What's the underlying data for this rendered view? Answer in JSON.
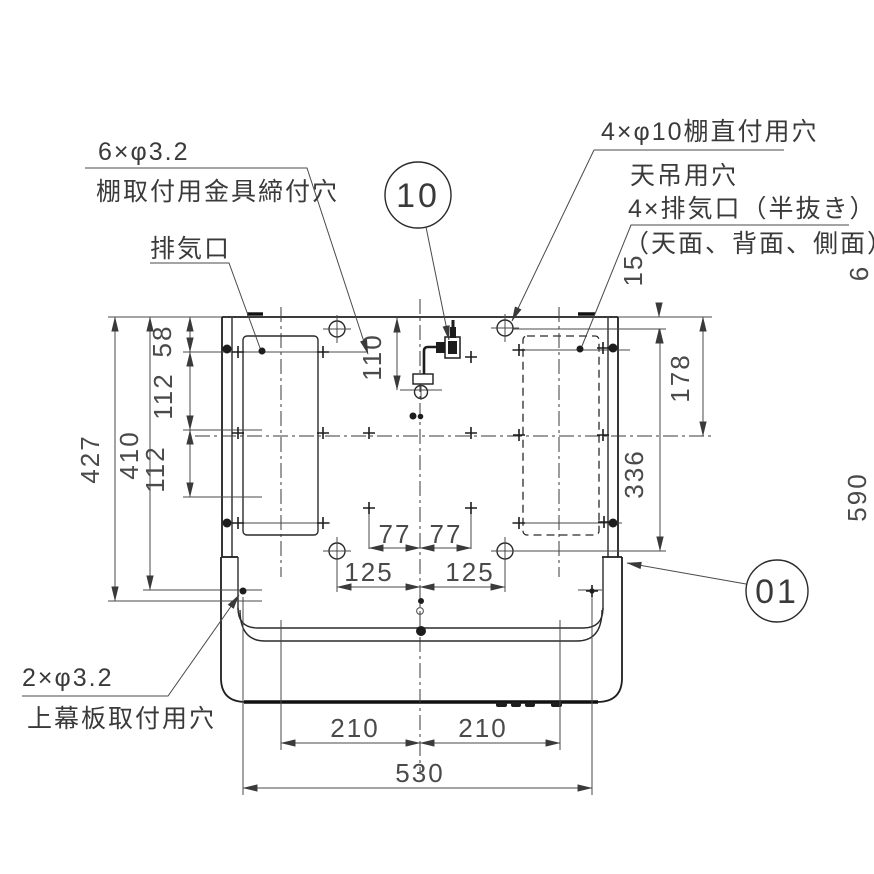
{
  "callouts": {
    "shelf_bracket_qty": "6×φ3.2",
    "shelf_bracket_name": "棚取付用金具締付穴",
    "exhaust_port": "排気口",
    "direct_mount_qty": "4×φ10棚直付用穴",
    "ceiling_hole": "天吊用穴",
    "half_punch_qty": "4×排気口（半抜き）",
    "half_punch_faces": "（天面、背面、側面）",
    "top_panel_qty": "2×φ3.2",
    "top_panel_name": "上幕板取付用穴"
  },
  "balloons": {
    "plug_detail": "10",
    "panel_detail": "01"
  },
  "dimensions": {
    "v427": "427",
    "v410": "410",
    "v58": "58",
    "v112a": "112",
    "v112b": "112",
    "v110": "110",
    "v15": "15",
    "v178": "178",
    "v336": "336",
    "h77l": "77",
    "h77r": "77",
    "h125l": "125",
    "h125r": "125",
    "h210l": "210",
    "h210r": "210",
    "h530": "530"
  },
  "edge_texts": {
    "v590": "590",
    "partial_top": "6"
  }
}
